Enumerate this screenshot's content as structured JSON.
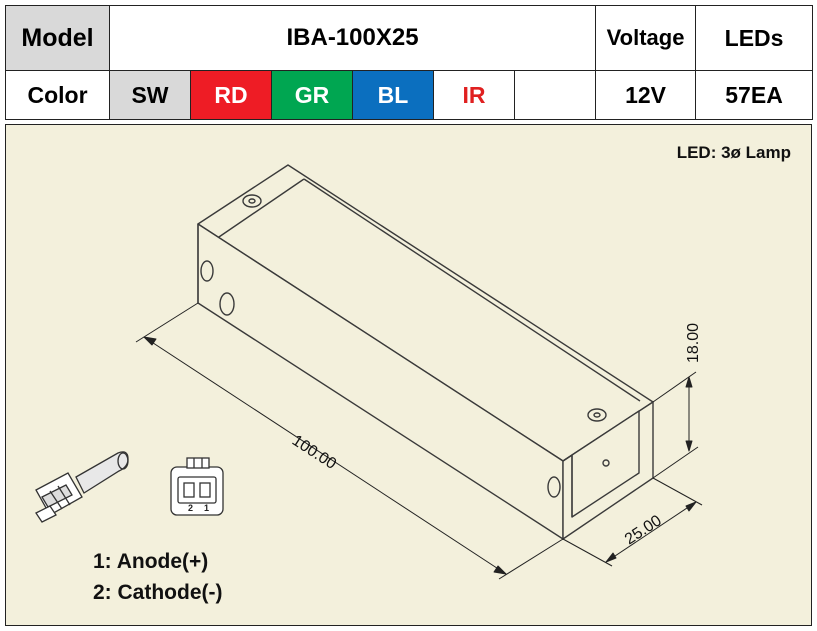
{
  "spec_table": {
    "model_label": "Model",
    "model_value": "IBA-100X25",
    "voltage_label": "Voltage",
    "voltage_value": "12V",
    "leds_label": "LEDs",
    "leds_value": "57EA",
    "color_label": "Color",
    "colors": [
      {
        "label": "SW",
        "bg": "#d9d9d9",
        "fg": "#000000"
      },
      {
        "label": "RD",
        "bg": "#ee1c25",
        "fg": "#ffffff"
      },
      {
        "label": "GR",
        "bg": "#00a651",
        "fg": "#ffffff"
      },
      {
        "label": "BL",
        "bg": "#0b6fbf",
        "fg": "#ffffff"
      },
      {
        "label": "IR",
        "bg": "#ffffff",
        "fg": "#e02020"
      },
      {
        "label": "",
        "bg": "#ffffff",
        "fg": "#000000"
      }
    ]
  },
  "drawing": {
    "led_spec": "LED: 3ø Lamp",
    "dimensions": {
      "length": "100.00",
      "width": "25.00",
      "height": "18.00"
    },
    "connector": {
      "pin_numbers": [
        "2",
        "1"
      ]
    },
    "pin_legend": [
      "1: Anode(+)",
      "2: Cathode(-)"
    ],
    "colors": {
      "panel_background": "#f3f0dc",
      "line": "#3a3a3a"
    }
  }
}
